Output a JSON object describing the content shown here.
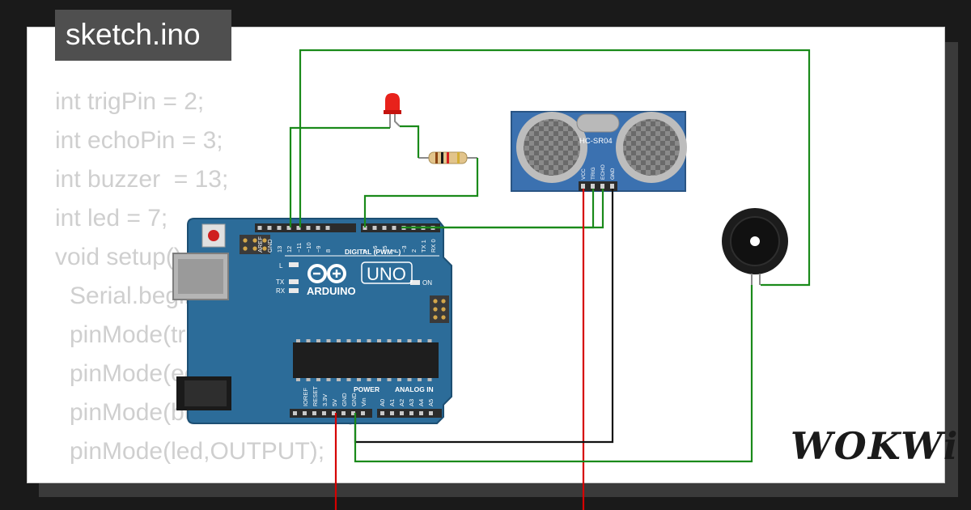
{
  "header": {
    "title": "sketch.ino"
  },
  "code": {
    "lines": [
      "int trigPin = 2;",
      "int echoPin = 3;",
      "int buzzer  = 13;",
      "int led = 7;",
      "void setup() {",
      "Serial.begin(9600);",
      "pinMode(trigPin,OUTPUT);",
      "pinMode(echoPin,INPUT);",
      "pinMode(buzzer,OUTPUT);",
      "pinMode(led,OUTPUT);"
    ]
  },
  "arduino": {
    "logo_text": "ARDUINO",
    "model": "UNO",
    "digital_label": "DIGITAL (PWM ~)",
    "power_label": "POWER",
    "analog_label": "ANALOG IN",
    "on_label": "ON",
    "l_label": "L",
    "tx_label": "TX",
    "rx_label": "RX",
    "digital_pins": [
      "AREF",
      "GND",
      "13",
      "12",
      "~11",
      "~10",
      "~9",
      "8",
      "7",
      "~6",
      "~5",
      "4",
      "~3",
      "2",
      "TX 1",
      "RX 0"
    ],
    "power_pins": [
      "IOREF",
      "RESET",
      "3.3V",
      "5V",
      "GND",
      "GND",
      "Vin"
    ],
    "analog_pins": [
      "A0",
      "A1",
      "A2",
      "A3",
      "A4",
      "A5"
    ]
  },
  "sensor": {
    "name": "HC-SR04",
    "pins": [
      "VCC",
      "TRIG",
      "ECHO",
      "GND"
    ]
  },
  "brand": {
    "name": "WOKWi"
  },
  "colors": {
    "board": "#2c6c99",
    "sensor_board": "#3b71b0",
    "wire_green": "#1a8a1a",
    "wire_red": "#d60000",
    "wire_black": "#111111",
    "led": "#e8221b",
    "code_text": "#cfcfcf"
  }
}
